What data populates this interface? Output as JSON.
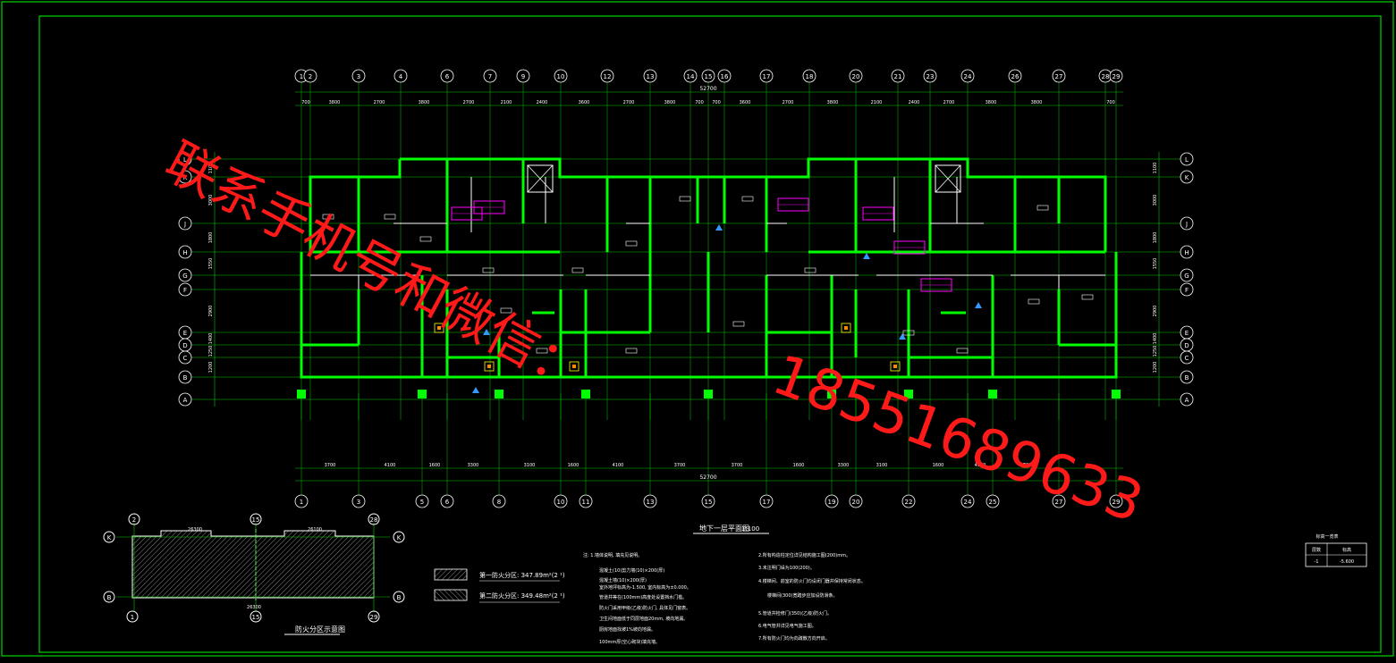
{
  "top_grid_axes": [
    "1",
    "2",
    "3",
    "4",
    "6",
    "7",
    "9",
    "10",
    "12",
    "13",
    "14",
    "15",
    "16",
    "17",
    "18",
    "20",
    "21",
    "23",
    "24",
    "26",
    "27",
    "28",
    "29"
  ],
  "bottom_grid_axes": [
    "1",
    "3",
    "5",
    "6",
    "8",
    "10",
    "11",
    "13",
    "15",
    "17",
    "19",
    "20",
    "22",
    "24",
    "25",
    "27",
    "29"
  ],
  "row_axes": [
    "L",
    "K",
    "J",
    "H",
    "G",
    "F",
    "E",
    "D",
    "C",
    "B",
    "A"
  ],
  "overall_dimension": "52700",
  "top_dimensions": [
    "700",
    "3800",
    "2700",
    "3800",
    "2700",
    "2100",
    "2400",
    "3600",
    "2700",
    "3800",
    "700",
    "700",
    "3600",
    "2700",
    "3800",
    "2100",
    "2400",
    "2700",
    "3800",
    "3800",
    "700"
  ],
  "bottom_dimensions": [
    "3700",
    "4100",
    "1600",
    "3300",
    "3100",
    "1600",
    "4100",
    "3700",
    "3700",
    "1600",
    "3300",
    "3100",
    "1600",
    "4100",
    "3700"
  ],
  "left_dimensions": [
    "1100",
    "3000",
    "1800",
    "1550",
    "2900",
    "1400",
    "1250",
    "1200"
  ],
  "drawing_title": "地下一层平面图",
  "drawing_scale": "1:100",
  "watermark": {
    "line1": "联系手机号和微信：",
    "line2": "18551689633"
  },
  "key_plan": {
    "title": "防火分区示意图",
    "top_axes": [
      "2",
      "15",
      "28"
    ],
    "bottom_axes": [
      "1",
      "15",
      "29"
    ],
    "rows": [
      "K",
      "B"
    ],
    "top_dims": [
      "26300",
      "26100"
    ],
    "bottom_dim": "26300"
  },
  "legend": [
    {
      "label": "第一防火分区: 347.89m²(2 ¹)"
    },
    {
      "label": "第二防火分区: 349.48m²(2 ¹)"
    }
  ],
  "notes_col1": [
    "注: 1.墙体说明, 填充见说明。",
    "混凝土(10)剪力墙(10)×200(厚)",
    "混凝土墙(10)×200(厚)",
    "室外地坪标高为-1.500, 室内标高为±0.000。",
    "管道井等在(100mm)高度处设置挡水门槛。",
    "防火门采用甲级(乙级)防火门, 具体见门窗表。",
    "卫生间地面低于同层地面20mm, 坡向地漏。",
    "厨房地面找坡1%坡向地漏。",
    "100mm厚(空心砌块)填充墙。"
  ],
  "notes_col2": [
    "2.所有构造柱定位详见结构施工图(200)mm。",
    "3.未注明门垛为100(200)。",
    "4.楼梯间、前室的防火门均设闭门器并保持常闭状态。",
    "楼梯间(300)宽踏步应加设防滑条。",
    "5.管道井检修门(350)(乙级)防火门。",
    "6.电气管井详见电气施工图。",
    "7.所有防火门均为向疏散方向开启。"
  ],
  "elev_table": {
    "title": "标高一览表",
    "headers": [
      "层数",
      "标高"
    ],
    "rows": [
      [
        "-1",
        "-5.600"
      ]
    ]
  },
  "colors": {
    "wall": "#00ff00",
    "line": "#00cc00",
    "magenta": "#ff00ff",
    "red": "#ff1a1a",
    "white": "#ffffff",
    "blue": "#3399ff"
  }
}
